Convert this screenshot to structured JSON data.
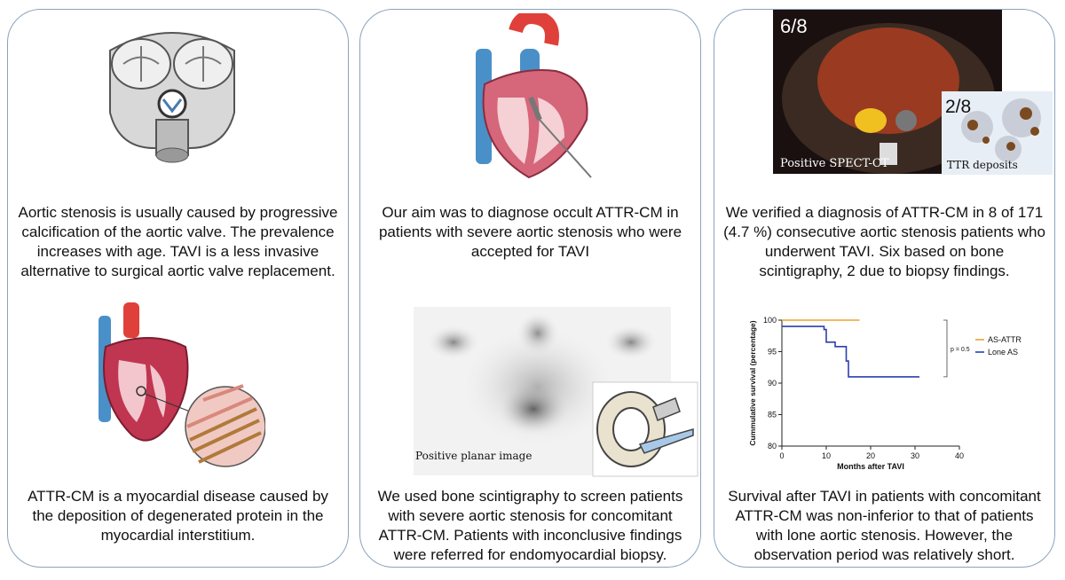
{
  "panel1": {
    "text_top": "Aortic stenosis is usually caused by progressive calcification of the aortic valve. The prevalence increases with age. TAVI is a less invasive alternative to surgical aortic valve replacement.",
    "text_bottom": "ATTR-CM is a myocardial disease caused by the deposition of degenerated protein in the myocardial interstitium."
  },
  "panel2": {
    "text_top": "Our aim was to diagnose occult ATTR-CM in patients with severe aortic stenosis who were accepted for TAVI",
    "planar_label": "Positive planar image",
    "text_bottom": "We used bone scintigraphy to screen patients with severe aortic stenosis for concomitant ATTR-CM. Patients with inconclusive findings were referred for endomyocardial biopsy."
  },
  "panel3": {
    "spect_fraction": "6/8",
    "spect_label": "Positive SPECT-CT",
    "biopsy_fraction": "2/8",
    "biopsy_label": "TTR deposits",
    "text_top": "We verified a diagnosis of ATTR-CM in 8 of 171 (4.7 %) consecutive aortic stenosis patients who underwent TAVI. Six based on bone scintigraphy, 2 due to biopsy findings.",
    "text_bottom": "Survival after TAVI in patients with concomitant ATTR-CM was non-inferior to that of patients with lone aortic stenosis.  However, the observation period was relatively short."
  },
  "chart_data": {
    "type": "line",
    "xlabel": "Months after TAVI",
    "ylabel": "Cummulative survival (percentage)",
    "xlim": [
      0,
      40
    ],
    "ylim": [
      80,
      100
    ],
    "xticks": [
      "0",
      "10",
      "20",
      "30",
      "40"
    ],
    "yticks": [
      "80",
      "85",
      "90",
      "95",
      "100"
    ],
    "annotation": "p = 0.5",
    "series": [
      {
        "name": "AS-ATTR",
        "color": "#f0a030",
        "points": [
          [
            0,
            100
          ],
          [
            17.5,
            100
          ]
        ]
      },
      {
        "name": "Lone AS",
        "color": "#2b3fb0",
        "points": [
          [
            0,
            99
          ],
          [
            9.5,
            99
          ],
          [
            9.5,
            98.5
          ],
          [
            10,
            98.5
          ],
          [
            10,
            96.5
          ],
          [
            12,
            96.5
          ],
          [
            12,
            95.8
          ],
          [
            14.5,
            95.8
          ],
          [
            14.5,
            93.5
          ],
          [
            15,
            93.5
          ],
          [
            15,
            91
          ],
          [
            31,
            91
          ]
        ]
      }
    ],
    "legend": "right"
  }
}
